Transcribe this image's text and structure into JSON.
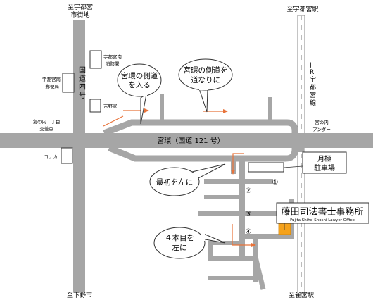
{
  "map": {
    "directions": {
      "top_left": [
        "至宇都宮",
        "市街地"
      ],
      "top_right": "至宇都宮駅",
      "bottom_left": "至下野市",
      "bottom_right": "至雀宮駅"
    },
    "roads": {
      "route4": [
        "国",
        "道",
        "四",
        "号"
      ],
      "miyakan": "宮環（国道 121 号）",
      "jr": [
        "J",
        "R",
        "宇",
        "都",
        "宮",
        "線"
      ]
    },
    "landmarks": {
      "fire_station": [
        "宇都宮南",
        "消防署"
      ],
      "post_office": [
        "宇都宮南",
        "郵便局"
      ],
      "yoshinoya": "吉野家",
      "intersection": [
        "宮の内二丁目",
        "交差点"
      ],
      "konaka": "コナカ",
      "under": [
        "宮の内",
        "アンダー"
      ],
      "parking": [
        "月極",
        "駐車場"
      ]
    },
    "bubbles": {
      "enter": [
        "宮環の側道",
        "を入る"
      ],
      "follow": [
        "宮環の側道を",
        "道なりに"
      ],
      "first_left": "最初を左に",
      "fourth_left": [
        "４本目を",
        "左に"
      ]
    },
    "street_numbers": [
      "①",
      "②",
      "③",
      "④"
    ],
    "office": {
      "name": "藤田司法書士事務所",
      "name_en": "Fujita Shiho-Shoshi Lawyer Office"
    },
    "colors": {
      "road": "#a6a6a6",
      "arrow": "#e8733a",
      "office": "#f5a21b",
      "rail": "#bcbcbc"
    }
  }
}
